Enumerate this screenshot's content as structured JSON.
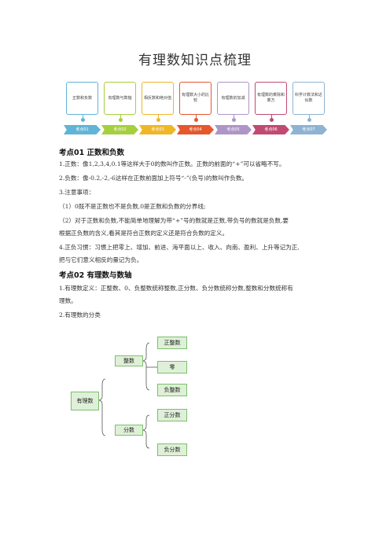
{
  "page_title": "有理数知识点梳理",
  "timeline": [
    {
      "label": "正数和负数",
      "tag": "考点01",
      "color": "#62b4d6"
    },
    {
      "label": "有理数与数轴",
      "tag": "考点02",
      "color": "#a6cf3f"
    },
    {
      "label": "相反数和绝对值",
      "tag": "考点03",
      "color": "#efb728"
    },
    {
      "label": "有理数大小的比较",
      "tag": "考点04",
      "color": "#e5572c"
    },
    {
      "label": "有理数的加减",
      "tag": "考点05",
      "color": "#ad96c6"
    },
    {
      "label": "有理数的乘除和乘方",
      "tag": "考点06",
      "color": "#c04a73"
    },
    {
      "label": "科学计数法和近似数",
      "tag": "考点07",
      "color": "#8fb3d2"
    }
  ],
  "sections": [
    {
      "heading": "考点01  正数和负数",
      "paragraphs": [
        "1.正数：像1,2,3,4,0.1等这样大于0的数叫作正数。正数的前面的“+”可以省略不写。",
        "2.负数：像-0.2,-2,-6这样在正数前面加上符号“-”(负号)的数叫作负数。",
        "3.注意事项：",
        "（1）0既不是正数也不是负数,0是正数和负数的分界线;",
        "（2）对于正数和负数,不能简单地理解为带“+”号的数就是正数,带负号的数就是负数,要",
        "根据正负数的含义,看其是符合正数的定义还是符合负数的定义。",
        "4.正负习惯：习惯上把零上、增加、前进、海平面以上、收入、向南、盈利、上升等记为正,",
        "把与它们意义相反的量记为负。"
      ]
    },
    {
      "heading": "考点02    有理数与数轴",
      "paragraphs": [
        "1.有理数定义：正整数、0、负整数统称整数,正分数、负分数统称分数,整数和分数统称有",
        "理数。",
        "2.有理数的分类"
      ]
    }
  ],
  "tree": {
    "root": "有理数",
    "integer": "整数",
    "fraction": "分数",
    "positive_integer": "正整数",
    "zero": "零",
    "negative_integer": "负整数",
    "positive_fraction": "正分数",
    "negative_fraction": "负分数",
    "node_fill": "#dff0d8",
    "node_border": "#7cc06c"
  }
}
